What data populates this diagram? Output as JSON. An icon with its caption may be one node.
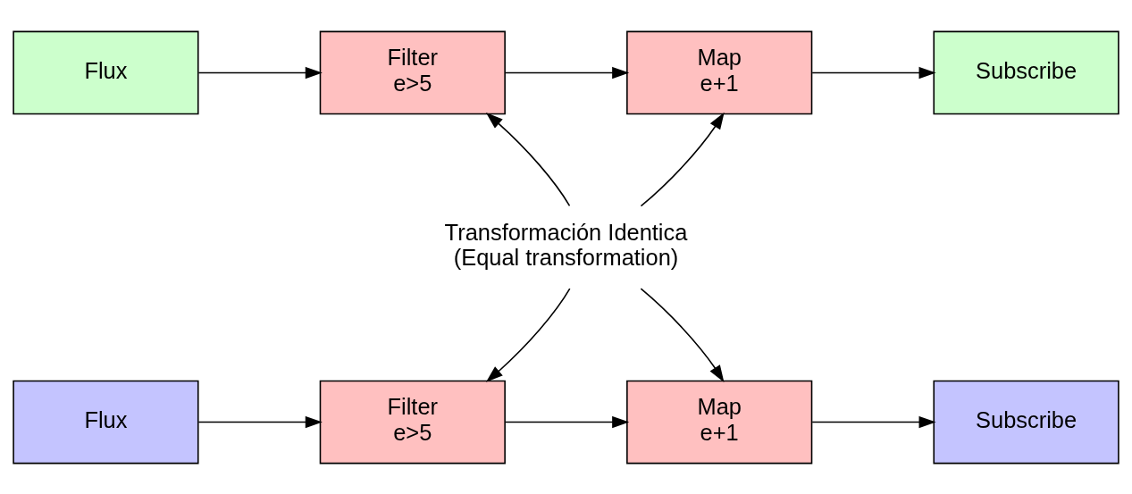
{
  "diagram": {
    "nodes": [
      {
        "text": [
          "Flux"
        ]
      },
      {
        "text": [
          "Filter",
          "e>5"
        ]
      },
      {
        "text": [
          "Map",
          "e+1"
        ]
      },
      {
        "text": [
          "Subscribe"
        ]
      },
      {
        "text": [
          "Transformación Identica",
          "(Equal transformation)"
        ]
      },
      {
        "text": [
          "Flux"
        ]
      },
      {
        "text": [
          "Filter",
          "e>5"
        ]
      },
      {
        "text": [
          "Map",
          "e+1"
        ]
      },
      {
        "text": [
          "Subscribe"
        ]
      }
    ],
    "edges": [
      {
        "from": 0,
        "to": 1,
        "arrow": "to"
      },
      {
        "from": 1,
        "to": 2,
        "arrow": "to"
      },
      {
        "from": 2,
        "to": 3,
        "arrow": "to"
      },
      {
        "from": 4,
        "to": 1,
        "arrow": "to"
      },
      {
        "from": 4,
        "to": 2,
        "arrow": "to"
      },
      {
        "from": 4,
        "to": 6,
        "arrow": "to"
      },
      {
        "from": 4,
        "to": 7,
        "arrow": "to"
      },
      {
        "from": 5,
        "to": 6,
        "arrow": "to"
      },
      {
        "from": 6,
        "to": 7,
        "arrow": "to"
      },
      {
        "from": 7,
        "to": 8,
        "arrow": "to"
      }
    ]
  }
}
